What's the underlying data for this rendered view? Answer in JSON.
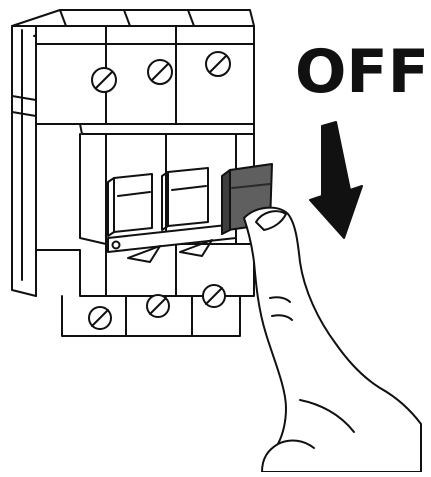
{
  "label": {
    "text": "OFF"
  },
  "colors": {
    "ink": "#111111",
    "paper": "#ffffff",
    "handle_off": "#5f5f5f",
    "handle_off_dark": "#3f3f3f"
  },
  "icons": {
    "breaker": "three-pole-circuit-breaker",
    "arrow": "down-arrow-icon",
    "hand": "pointing-finger"
  }
}
